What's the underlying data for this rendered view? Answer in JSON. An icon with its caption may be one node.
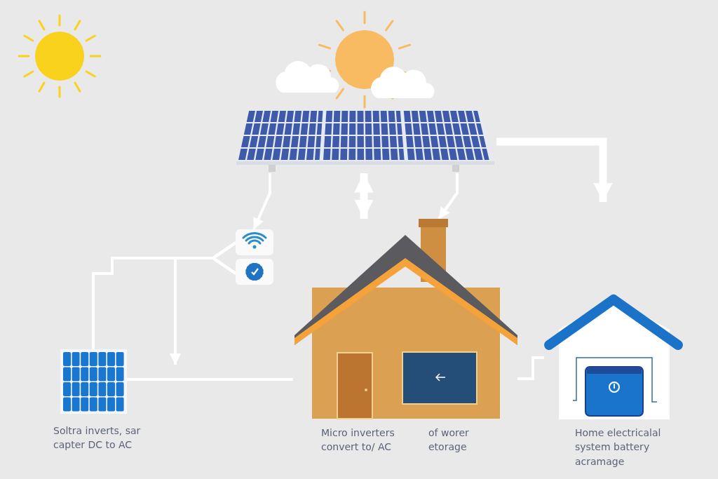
{
  "diagram": {
    "nodes": [
      {
        "text": [],
        "shape": "picture"
      },
      {
        "text": [],
        "shape": "picture"
      },
      {
        "text": [],
        "shape": "picture"
      },
      {
        "text": [],
        "shape": "picture",
        "beside": [
          "Micro inverters convert to/ AC",
          "of worer etorage"
        ]
      },
      {
        "text": [],
        "shape": "picture",
        "beside": [
          "Soltra inverts, sar capter DC to AC"
        ]
      },
      {
        "text": [],
        "shape": "picture",
        "beside": [
          "Home electricalal system battery acramage"
        ]
      }
    ],
    "edges": [
      {
        "from": 0,
        "to": 1,
        "arrow": "to"
      },
      {
        "from": 0,
        "to": 3,
        "arrow": "both",
        "style": "thick"
      },
      {
        "from": 0,
        "to": 3,
        "arrow": "to"
      },
      {
        "from": 0,
        "to": null,
        "arrow": "to",
        "style": "thick"
      },
      {
        "from": 1,
        "to": 4,
        "arrow": "none"
      },
      {
        "from": 2,
        "to": 4,
        "arrow": "none"
      },
      {
        "from": 1,
        "to": null,
        "arrow": "to"
      },
      {
        "from": 2,
        "to": null,
        "arrow": "to"
      },
      {
        "from": 4,
        "to": 3,
        "arrow": "none"
      },
      {
        "from": 3,
        "to": 5,
        "arrow": "none"
      }
    ]
  }
}
